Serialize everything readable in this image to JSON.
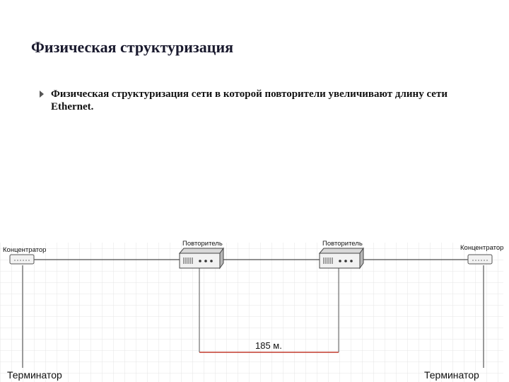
{
  "slide": {
    "title": "Физическая структуризация",
    "bullet": "Физическая структуризация сети в которой повторители увеличивают длину сети Ethernet."
  },
  "diagram": {
    "hub_left_label": "Концентратор",
    "hub_right_label": "Концентратор",
    "repeater_left_label": "Повторитель",
    "repeater_right_label": "Повторитель",
    "distance_label": "185 м.",
    "terminator_left_label": "Терминатор",
    "terminator_right_label": "Терминатор",
    "colors": {
      "grid": "#e4e4e4",
      "cable": "#222222",
      "drop_line": "#9a9a9a",
      "distance_line": "#c0392b",
      "device_body": "#d8d8d8",
      "device_face": "#f2f2f2"
    }
  }
}
